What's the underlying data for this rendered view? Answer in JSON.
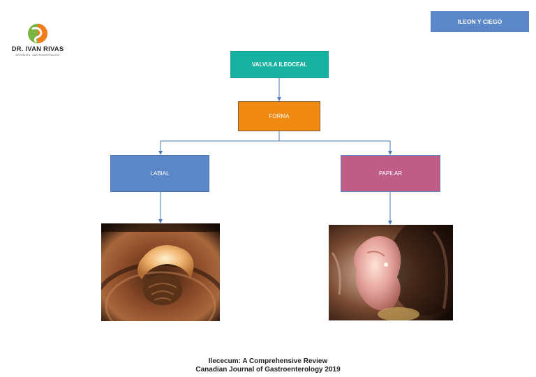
{
  "header": {
    "tag_label": "ILEON Y CIEGO"
  },
  "logo": {
    "name": "DR. IVAN RIVAS",
    "subtitle": "INTERNISTA · GASTROENTEROLOGO",
    "colors": {
      "green": "#7ab443",
      "orange": "#ef7d1a"
    }
  },
  "diagram": {
    "root": {
      "label": "VALVULA ILEOCEAL",
      "color": "#17b1a1"
    },
    "level1": {
      "label": "FORMA",
      "color": "#f18a10"
    },
    "branches": [
      {
        "label": "LABIAL",
        "color": "#5b86c7",
        "image": "endoscopic-photo-labial-valve"
      },
      {
        "label": "PAPILAR",
        "color": "#c05d86",
        "image": "endoscopic-photo-papillary-valve"
      }
    ],
    "connector_color": "#4a7ab7"
  },
  "reference": {
    "line1": "Ilececum: A Comprehensive Review",
    "line2": "Canadian Journal of Gastroenterology 2019"
  }
}
